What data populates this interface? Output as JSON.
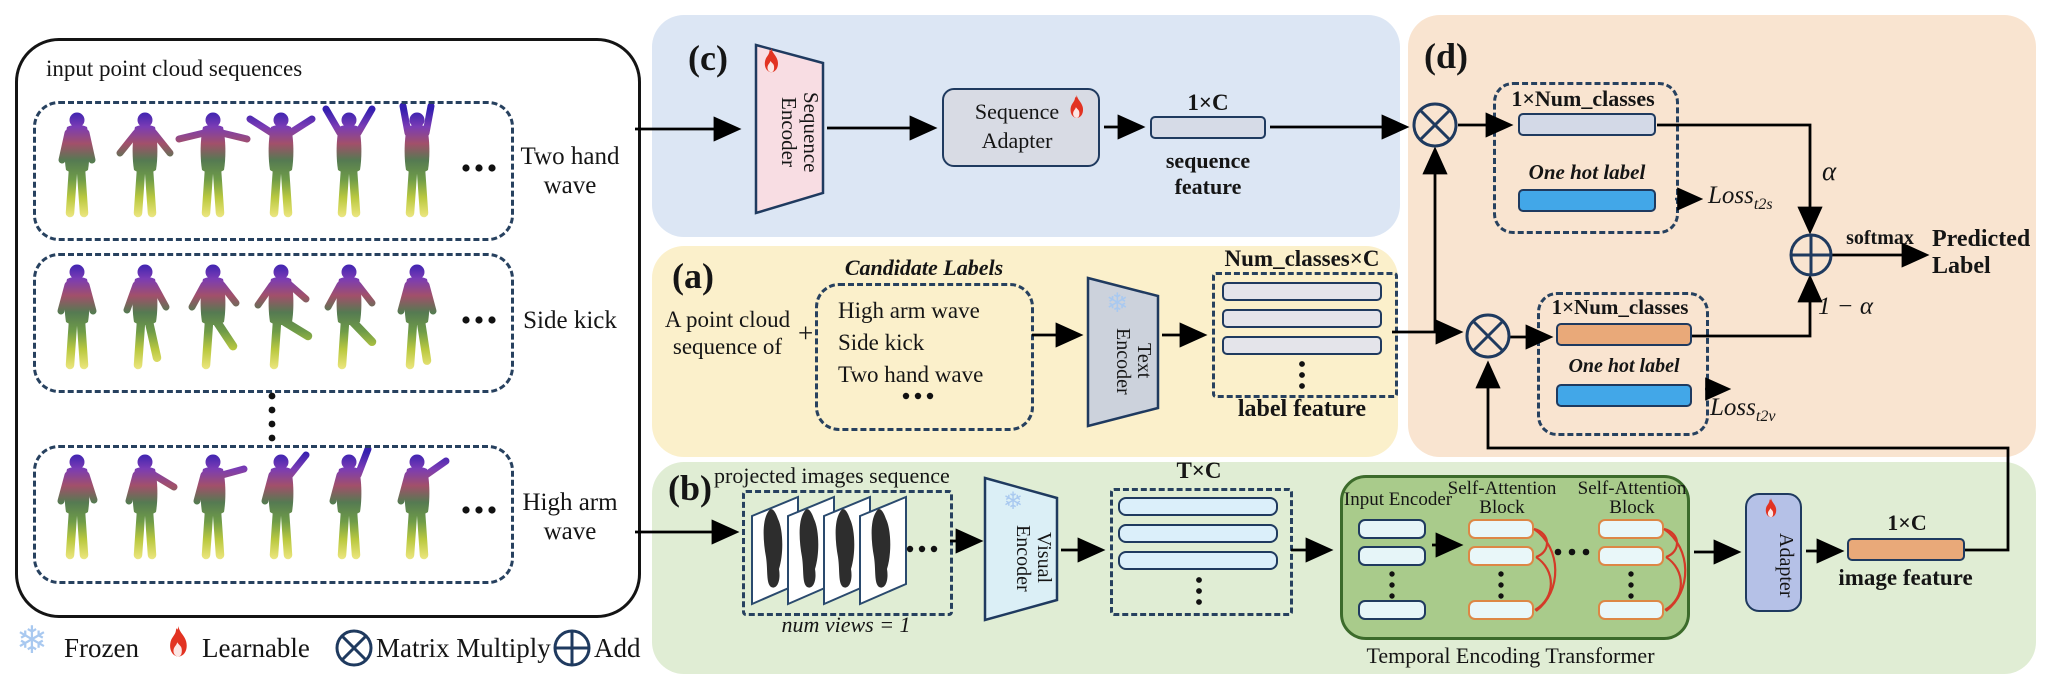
{
  "figure": {
    "input": {
      "title": "input point cloud sequences",
      "ellipsis": "...",
      "rows": [
        {
          "label_lines": [
            "Two hand",
            "wave"
          ]
        },
        {
          "label_lines": [
            "Side kick"
          ]
        },
        {
          "label_lines": [
            "High arm",
            "wave"
          ]
        }
      ]
    },
    "legend": [
      {
        "icon": "snowflake-icon",
        "label": "Frozen"
      },
      {
        "icon": "flame-icon",
        "label": "Learnable"
      },
      {
        "icon": "matrix-multiply-icon",
        "label": "Matrix Multiply"
      },
      {
        "icon": "add-icon",
        "label": "Add"
      }
    ],
    "c": {
      "tag": "(c)",
      "encoder_lines": [
        "Sequence",
        "Encoder"
      ],
      "adapter_lines": [
        "Sequence",
        "Adapter"
      ],
      "bar_label": "1×C",
      "caption_lines": [
        "sequence",
        "feature"
      ]
    },
    "a": {
      "tag": "(a)",
      "prompt_lines": [
        "A point cloud",
        "sequence of"
      ],
      "plus": "+",
      "candidate_title": "Candidate Labels",
      "candidates": [
        "High arm wave",
        "Side kick",
        "Two hand wave"
      ],
      "encoder_lines": [
        "Text",
        "Encoder"
      ],
      "matrix_label": "Num_classes×C",
      "caption": "label feature"
    },
    "b": {
      "tag": "(b)",
      "projected_title": "projected images sequence",
      "num_views": "num views = 1",
      "encoder_lines": [
        "Visual",
        "Encoder"
      ],
      "matrix_label": "T×C",
      "tet": {
        "input_encoder": "Input Encoder",
        "sa_block_lines": [
          "Self-Attention",
          "Block"
        ],
        "caption": "Temporal Encoding Transformer"
      },
      "adapter": "Adapter",
      "bar_label": "1×C",
      "caption": "image feature"
    },
    "d": {
      "tag": "(d)",
      "top": {
        "matrix_label": "1×Num_classes",
        "onehot": "One hot label",
        "loss": "Loss",
        "loss_sub": "t2s"
      },
      "bottom": {
        "matrix_label": "1×Num_classes",
        "onehot": "One hot label",
        "loss": "Loss",
        "loss_sub": "t2v"
      },
      "alpha": "α",
      "one_minus_alpha": "1 − α",
      "softmax": "softmax",
      "predicted_lines": [
        "Predicted",
        "Label"
      ]
    },
    "colors": {
      "panel_c": "#dce6f4",
      "panel_a": "#fbf0cb",
      "panel_b": "#e0edd4",
      "panel_d": "#f9e4d0",
      "navy": "#1f3a5f",
      "tet_green": "#a9cb8b",
      "tet_border": "#3c6b2b",
      "orange_bar": "#e9a979",
      "blue_bar": "#42a7e8",
      "gray_bar": "#d3d9e7",
      "pink_encoder": "#f8dde3",
      "gray_encoder": "#ccd2dc",
      "blue_encoder": "#dbeff6",
      "adapter_fill": "#b5c1e7",
      "sa_border": "#dd8746",
      "arc_red": "#d43a28",
      "flame_red": "#e23322",
      "snowflake_blue": "#a9c9f0"
    }
  }
}
